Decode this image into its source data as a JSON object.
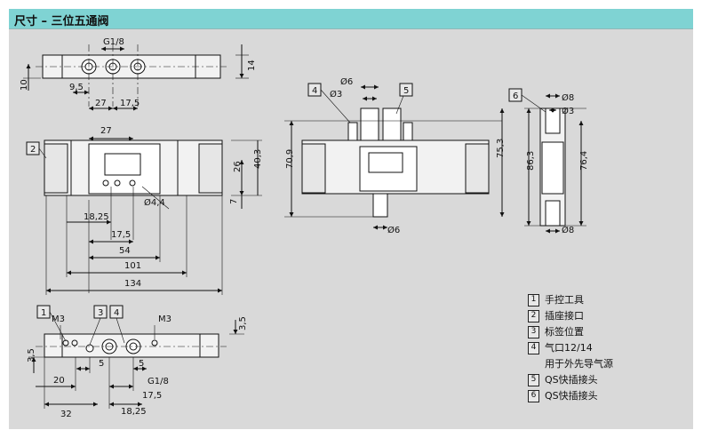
{
  "title": "尺寸 – 三位五通阀",
  "views": {
    "top_view": {
      "dims": {
        "port": "G1/8",
        "height_left": "10",
        "height_right": "14",
        "d1": "9,5",
        "d2": "27",
        "d3": "17,5"
      }
    },
    "front_view": {
      "callout": "2",
      "dims": {
        "top": "27",
        "h1": "26",
        "h2": "40,3",
        "h3": "7",
        "hole": "Ø4,4",
        "w1": "18,25",
        "w2": "17,5",
        "w3": "54",
        "w4": "101",
        "w5": "134"
      }
    },
    "qs_view": {
      "callouts": [
        "4",
        "5"
      ],
      "dims": {
        "d1": "Ø6",
        "d2": "Ø3",
        "height_total": "70,9",
        "height_right": "75,3",
        "bottom": "Ø6"
      }
    },
    "side_view": {
      "callout": "6",
      "dims": {
        "d1": "Ø8",
        "d2": "Ø3",
        "h1": "86,3",
        "h2": "76,4",
        "bottom": "Ø8"
      }
    },
    "bottom_view": {
      "callouts": [
        "1",
        "3",
        "4"
      ],
      "dims": {
        "thread_left": "M3",
        "thread_right": "M3",
        "h_left": "3,5",
        "h_right": "3,5",
        "d1": "5",
        "d2": "5",
        "d3": "20",
        "port": "G1/8",
        "d4": "17,5",
        "d5": "32",
        "d6": "18,25"
      }
    }
  },
  "legend": [
    {
      "num": "1",
      "text": "手控工具"
    },
    {
      "num": "2",
      "text": "插座接口"
    },
    {
      "num": "3",
      "text": "标签位置"
    },
    {
      "num": "4",
      "text": "气口12/14",
      "cont": "用于外先导气源"
    },
    {
      "num": "5",
      "text": "QS快插接头"
    },
    {
      "num": "6",
      "text": "QS快插接头"
    }
  ]
}
